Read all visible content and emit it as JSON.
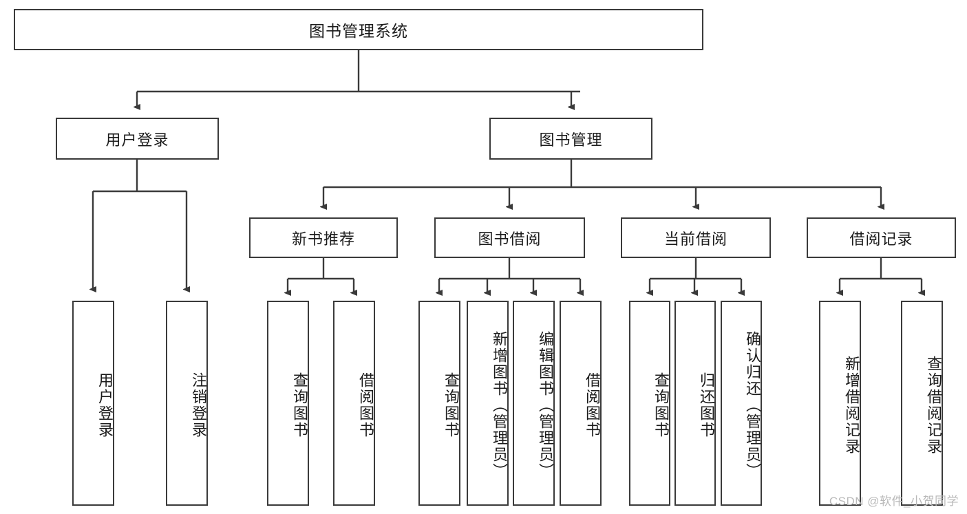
{
  "diagram": {
    "title": "图书管理系统",
    "type": "tree-hierarchy",
    "background_color": "#ffffff",
    "box_border_color": "#3a3a3a",
    "connector_color": "#3a3a3a",
    "text_color": "#1b1b1b",
    "root": {
      "label": "图书管理系统"
    },
    "level2": [
      {
        "label": "用户登录"
      },
      {
        "label": "图书管理"
      }
    ],
    "level3": [
      {
        "label": "新书推荐"
      },
      {
        "label": "图书借阅"
      },
      {
        "label": "当前借阅"
      },
      {
        "label": "借阅记录"
      }
    ],
    "leaves": {
      "user_login": [
        {
          "label": "用户登录"
        },
        {
          "label": "注销登录"
        }
      ],
      "new_book_recommend": [
        {
          "label": "查询图书"
        },
        {
          "label": "借阅图书"
        }
      ],
      "book_borrow": [
        {
          "label": "查询图书"
        },
        {
          "label": "新增图书（管理员）"
        },
        {
          "label": "编辑图书（管理员）"
        },
        {
          "label": "借阅图书"
        }
      ],
      "current_borrow": [
        {
          "label": "查询图书"
        },
        {
          "label": "归还图书"
        },
        {
          "label": "确认归还（管理员）"
        }
      ],
      "borrow_record": [
        {
          "label": "新增借阅记录"
        },
        {
          "label": "查询借阅记录"
        }
      ]
    }
  },
  "watermark": {
    "text": "CSDN @软件_小贺同学"
  }
}
